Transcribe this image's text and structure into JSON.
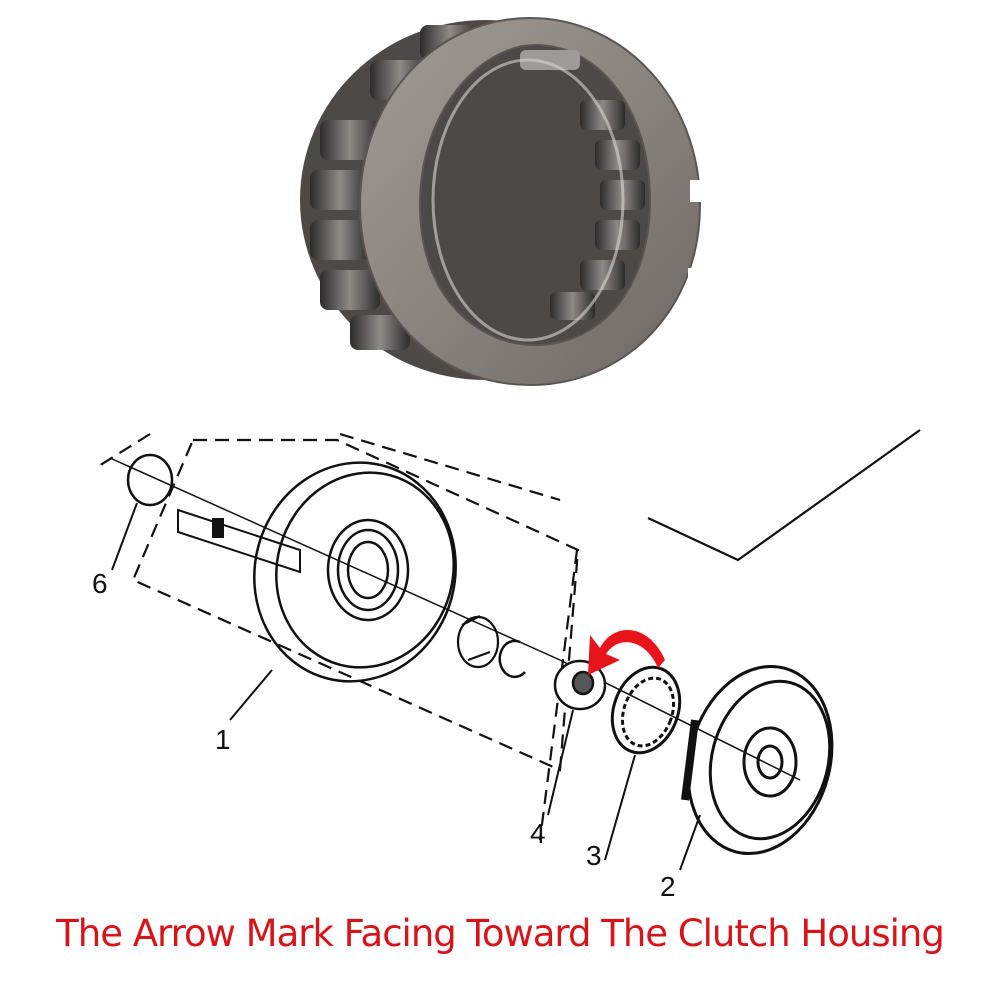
{
  "photo": {
    "subject": "one-way sprag clutch bearing",
    "colors": {
      "ring": "#8f8984",
      "ring_dark": "#5c5753",
      "roller": "#3a3837",
      "highlight": "#d9d6d3"
    }
  },
  "diagram": {
    "callouts": [
      {
        "id": "1",
        "label": "1"
      },
      {
        "id": "2",
        "label": "2"
      },
      {
        "id": "3",
        "label": "3"
      },
      {
        "id": "4",
        "label": "4"
      },
      {
        "id": "6",
        "label": "6"
      }
    ],
    "arrow_color": "#e8141b",
    "line_color": "#111111"
  },
  "caption": {
    "text": "The Arrow Mark Facing Toward The Clutch Housing",
    "color": "#d7141a"
  }
}
